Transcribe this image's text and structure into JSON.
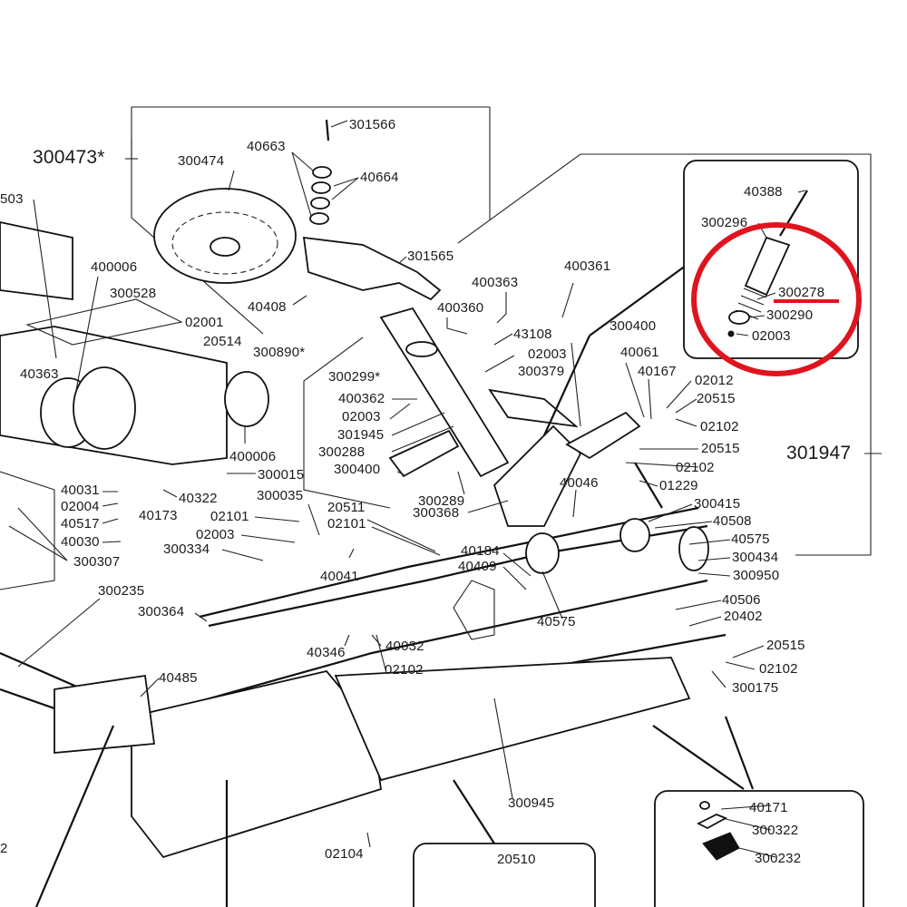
{
  "diagram": {
    "type": "exploded parts diagram",
    "highlight": {
      "color": "#e0141e",
      "circled_group": "shock absorber inset",
      "underlined_label": "300278"
    },
    "assembly_labels": [
      {
        "id": "300473",
        "text": "300473*"
      },
      {
        "id": "301947",
        "text": "301947"
      }
    ],
    "labels": [
      {
        "id": "l01",
        "text": "301566"
      },
      {
        "id": "l02",
        "text": "40663"
      },
      {
        "id": "l03",
        "text": "300474"
      },
      {
        "id": "l04",
        "text": "40664"
      },
      {
        "id": "l05",
        "text": "503"
      },
      {
        "id": "l06",
        "text": "301565"
      },
      {
        "id": "l07",
        "text": "400006"
      },
      {
        "id": "l08",
        "text": "300528"
      },
      {
        "id": "l09",
        "text": "40408"
      },
      {
        "id": "l10",
        "text": "400363"
      },
      {
        "id": "l11",
        "text": "400361"
      },
      {
        "id": "l12",
        "text": "400360"
      },
      {
        "id": "l13",
        "text": "02001"
      },
      {
        "id": "l14",
        "text": "20514"
      },
      {
        "id": "l15",
        "text": "300890*"
      },
      {
        "id": "l16",
        "text": "43108"
      },
      {
        "id": "l17",
        "text": "40363"
      },
      {
        "id": "l18",
        "text": "300299*"
      },
      {
        "id": "l19",
        "text": "02003"
      },
      {
        "id": "l20",
        "text": "300379"
      },
      {
        "id": "l21",
        "text": "400362"
      },
      {
        "id": "l22",
        "text": "02003"
      },
      {
        "id": "l23",
        "text": "301945"
      },
      {
        "id": "l24",
        "text": "300288"
      },
      {
        "id": "l25",
        "text": "300400"
      },
      {
        "id": "l26",
        "text": "400006"
      },
      {
        "id": "l27",
        "text": "300015"
      },
      {
        "id": "l28",
        "text": "40322"
      },
      {
        "id": "l29",
        "text": "300400"
      },
      {
        "id": "l30",
        "text": "40061"
      },
      {
        "id": "l31",
        "text": "40167"
      },
      {
        "id": "l32",
        "text": "02012"
      },
      {
        "id": "l33",
        "text": "20515"
      },
      {
        "id": "l34",
        "text": "02102"
      },
      {
        "id": "l35",
        "text": "20515"
      },
      {
        "id": "l36",
        "text": "02102"
      },
      {
        "id": "l37",
        "text": "01229"
      },
      {
        "id": "l38",
        "text": "40046"
      },
      {
        "id": "l39",
        "text": "300289"
      },
      {
        "id": "l40",
        "text": "300368"
      },
      {
        "id": "l41",
        "text": "300415"
      },
      {
        "id": "l42",
        "text": "40508"
      },
      {
        "id": "l43",
        "text": "40575"
      },
      {
        "id": "l44",
        "text": "300434"
      },
      {
        "id": "l45",
        "text": "300950"
      },
      {
        "id": "l46",
        "text": "40031"
      },
      {
        "id": "l47",
        "text": "02004"
      },
      {
        "id": "l48",
        "text": "40173"
      },
      {
        "id": "l49",
        "text": "40517"
      },
      {
        "id": "l50",
        "text": "40030"
      },
      {
        "id": "l51",
        "text": "300307"
      },
      {
        "id": "l52",
        "text": "300035"
      },
      {
        "id": "l53",
        "text": "02101"
      },
      {
        "id": "l54",
        "text": "02003"
      },
      {
        "id": "l55",
        "text": "300334"
      },
      {
        "id": "l56",
        "text": "20511"
      },
      {
        "id": "l57",
        "text": "02101"
      },
      {
        "id": "l58",
        "text": "40041"
      },
      {
        "id": "l59",
        "text": "40184"
      },
      {
        "id": "l60",
        "text": "40409"
      },
      {
        "id": "l61",
        "text": "40575"
      },
      {
        "id": "l62",
        "text": "300235"
      },
      {
        "id": "l63",
        "text": "300364"
      },
      {
        "id": "l64",
        "text": "40506"
      },
      {
        "id": "l65",
        "text": "20402"
      },
      {
        "id": "l66",
        "text": "40346"
      },
      {
        "id": "l67",
        "text": "40032"
      },
      {
        "id": "l68",
        "text": "02102"
      },
      {
        "id": "l69",
        "text": "20515"
      },
      {
        "id": "l70",
        "text": "02102"
      },
      {
        "id": "l71",
        "text": "300175"
      },
      {
        "id": "l72",
        "text": "40485"
      },
      {
        "id": "l73",
        "text": "300945"
      },
      {
        "id": "l74",
        "text": "02104"
      },
      {
        "id": "l75",
        "text": "20510"
      },
      {
        "id": "l76",
        "text": "40171"
      },
      {
        "id": "l77",
        "text": "300322"
      },
      {
        "id": "l78",
        "text": "300232"
      },
      {
        "id": "l79",
        "text": "2"
      }
    ],
    "inset_shock_absorber": [
      {
        "id": "s1",
        "text": "40388"
      },
      {
        "id": "s2",
        "text": "300296"
      },
      {
        "id": "s3",
        "text": "300278"
      },
      {
        "id": "s4",
        "text": "300290"
      },
      {
        "id": "s5",
        "text": "02003"
      }
    ]
  }
}
